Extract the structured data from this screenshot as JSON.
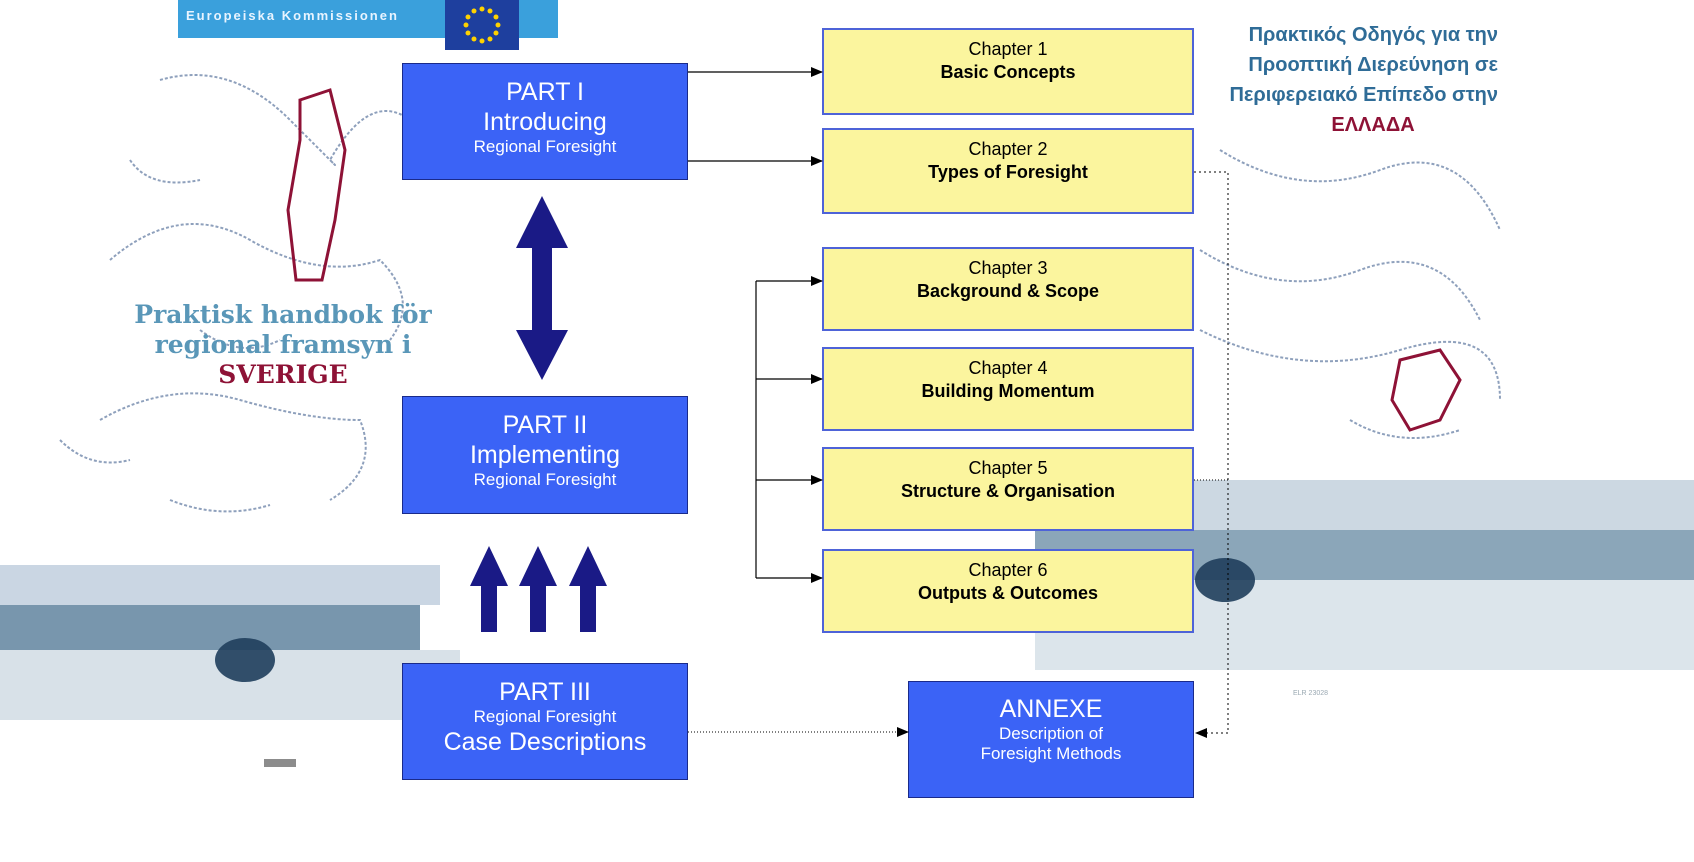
{
  "header": {
    "commission_label": "Europeiska Kommissionen"
  },
  "background": {
    "swedish_cover": {
      "line1": "Praktisk handbok för",
      "line2": "regional framsyn i",
      "country": "SVERIGE"
    },
    "greek_cover": {
      "line1": "Πρακτικός Οδηγός για την",
      "line2": "Προοπτική Διερεύνηση σε",
      "line3": "Περιφερειακό Επίπεδο στην",
      "country": "ΕΛΛΑΔΑ",
      "code": "ELR 23028"
    }
  },
  "parts": [
    {
      "big1": "PART I",
      "big2": "Introducing",
      "small1": "Regional Foresight"
    },
    {
      "big1": "PART II",
      "big2": "Implementing",
      "small1": "Regional Foresight"
    },
    {
      "big1": "PART III",
      "small1": "Regional Foresight",
      "big2": "Case Descriptions"
    }
  ],
  "chapters": [
    {
      "number": "Chapter 1",
      "title": "Basic Concepts"
    },
    {
      "number": "Chapter 2",
      "title": "Types of Foresight"
    },
    {
      "number": "Chapter 3",
      "title": "Background & Scope"
    },
    {
      "number": "Chapter 4",
      "title": "Building Momentum"
    },
    {
      "number": "Chapter 5",
      "title": "Structure & Organisation"
    },
    {
      "number": "Chapter 6",
      "title": "Outputs & Outcomes"
    }
  ],
  "annexe": {
    "title": "ANNEXE",
    "line1": "Description of",
    "line2": "Foresight Methods"
  },
  "colors": {
    "part_fill": "#3b63f6",
    "chapter_fill": "#fbf59e",
    "arrow_navy": "#1a1a86"
  }
}
